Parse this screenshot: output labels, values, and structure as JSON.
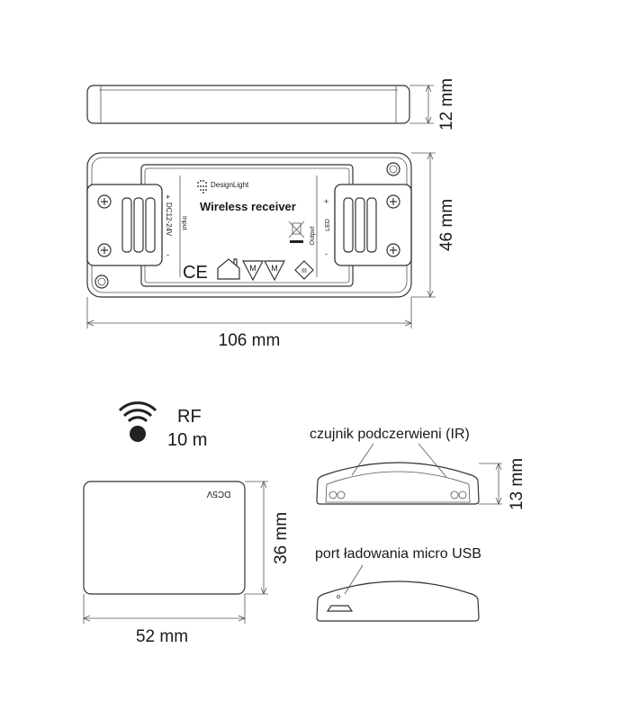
{
  "receiver": {
    "brand": "DesignLight",
    "title": "Wireless receiver",
    "input_label": "Input",
    "input_voltage": "DC12-24V",
    "output_label": "Output",
    "output_type": "LED",
    "plus": "+",
    "minus": "-",
    "ce_mark": "CE",
    "m_mark": "M",
    "class_mark": "III",
    "height_dim": "12 mm",
    "width_dim": "46 mm",
    "length_dim": "106 mm"
  },
  "remote": {
    "rf_label": "RF",
    "range": "10 m",
    "card_text": "DC5V",
    "height_dim": "36 mm",
    "width_dim": "52 mm",
    "ir_label": "czujnik podczerwieni (IR)",
    "thickness_dim": "13 mm",
    "usb_label": "port ładowania micro USB"
  },
  "colors": {
    "line": "#333333",
    "housing": "#ffffff",
    "text": "#1a1a1a"
  }
}
